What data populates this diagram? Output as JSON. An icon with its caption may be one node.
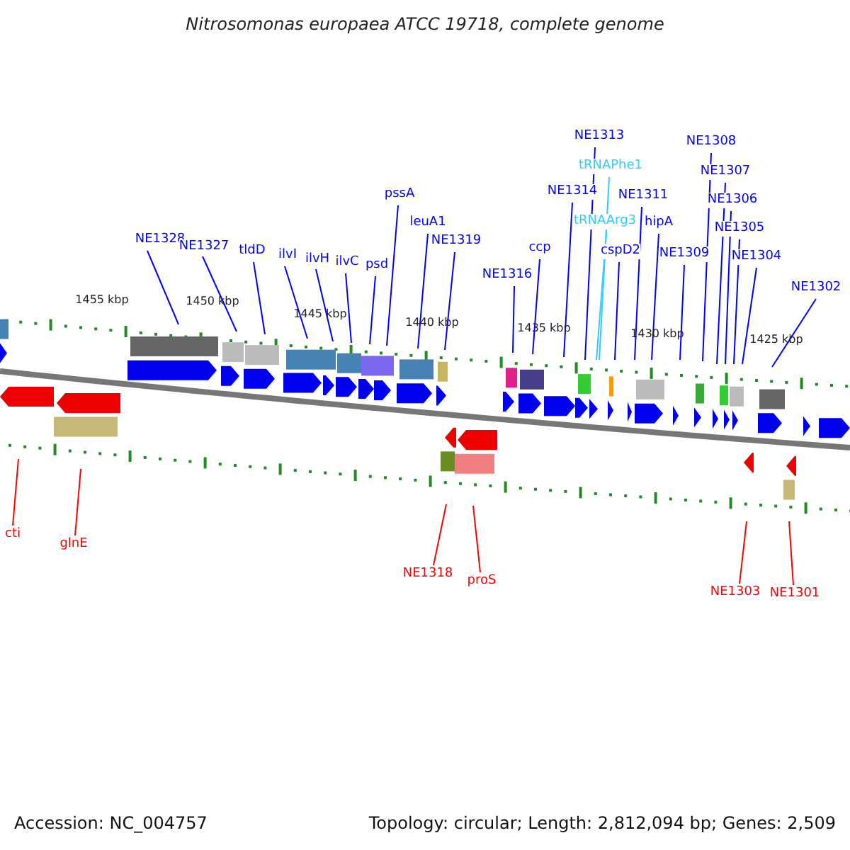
{
  "diagram": {
    "title": "Nitrosomonas europaea ATCC 19718, complete genome",
    "nodes": [
      {
        "text": [
          "NE1328"
        ]
      },
      {
        "text": [
          "NE1327"
        ]
      },
      {
        "text": [
          "tldD"
        ]
      },
      {
        "text": [
          "ilvI"
        ]
      },
      {
        "text": [
          "ilvH"
        ]
      },
      {
        "text": [
          "ilvC"
        ]
      },
      {
        "text": [
          "psd"
        ]
      },
      {
        "text": [
          "pssA"
        ]
      },
      {
        "text": [
          "leuA1"
        ]
      },
      {
        "text": [
          "NE1319"
        ]
      },
      {
        "text": [
          "NE1316"
        ]
      },
      {
        "text": [
          "ccp"
        ]
      },
      {
        "text": [
          "NE1314"
        ]
      },
      {
        "text": [
          "NE1313"
        ]
      },
      {
        "text": [
          "tRNAPhe1"
        ]
      },
      {
        "text": [
          "tRNAArg3"
        ]
      },
      {
        "text": [
          "cspD2"
        ]
      },
      {
        "text": [
          "NE1311"
        ]
      },
      {
        "text": [
          "hipA"
        ]
      },
      {
        "text": [
          "NE1309"
        ]
      },
      {
        "text": [
          "NE1308"
        ]
      },
      {
        "text": [
          "NE1307"
        ]
      },
      {
        "text": [
          "NE1306"
        ]
      },
      {
        "text": [
          "NE1305"
        ]
      },
      {
        "text": [
          "NE1304"
        ]
      },
      {
        "text": [
          "NE1302"
        ]
      },
      {
        "text": [
          "cti"
        ]
      },
      {
        "text": [
          "glnE"
        ]
      },
      {
        "text": [
          "NE1318"
        ]
      },
      {
        "text": [
          "proS"
        ]
      },
      {
        "text": [
          "NE1303"
        ]
      },
      {
        "text": [
          "NE1301"
        ]
      }
    ],
    "edges": [
      {
        "from": 0,
        "to": null,
        "arrow": "none"
      },
      {
        "from": 1,
        "to": null,
        "arrow": "none"
      },
      {
        "from": 2,
        "to": null,
        "arrow": "none"
      },
      {
        "from": 3,
        "to": null,
        "arrow": "none"
      },
      {
        "from": 4,
        "to": null,
        "arrow": "none"
      },
      {
        "from": 5,
        "to": null,
        "arrow": "none"
      },
      {
        "from": 6,
        "to": null,
        "arrow": "none"
      },
      {
        "from": 7,
        "to": null,
        "arrow": "none"
      },
      {
        "from": 8,
        "to": null,
        "arrow": "none"
      },
      {
        "from": 9,
        "to": null,
        "arrow": "none"
      },
      {
        "from": 10,
        "to": null,
        "arrow": "none"
      },
      {
        "from": 11,
        "to": null,
        "arrow": "none"
      },
      {
        "from": 12,
        "to": null,
        "arrow": "none"
      },
      {
        "from": 13,
        "to": null,
        "arrow": "none"
      },
      {
        "from": 14,
        "to": null,
        "arrow": "none",
        "color": "#33ccff"
      },
      {
        "from": 15,
        "to": null,
        "arrow": "none",
        "color": "#33ccff"
      },
      {
        "from": 16,
        "to": null,
        "arrow": "none"
      },
      {
        "from": 17,
        "to": null,
        "arrow": "none"
      },
      {
        "from": 18,
        "to": null,
        "arrow": "none"
      },
      {
        "from": 19,
        "to": null,
        "arrow": "none"
      },
      {
        "from": 20,
        "to": null,
        "arrow": "none"
      },
      {
        "from": 21,
        "to": null,
        "arrow": "none"
      },
      {
        "from": 22,
        "to": null,
        "arrow": "none"
      },
      {
        "from": 23,
        "to": null,
        "arrow": "none"
      },
      {
        "from": 24,
        "to": null,
        "arrow": "none"
      },
      {
        "from": 25,
        "to": null,
        "arrow": "none"
      },
      {
        "from": 26,
        "to": null,
        "arrow": "none",
        "color": "#ff0000"
      },
      {
        "from": 27,
        "to": null,
        "arrow": "none",
        "color": "#ff0000"
      },
      {
        "from": 28,
        "to": null,
        "arrow": "none",
        "color": "#ff0000"
      },
      {
        "from": 29,
        "to": null,
        "arrow": "none",
        "color": "#ff0000"
      },
      {
        "from": 30,
        "to": null,
        "arrow": "none",
        "color": "#ff0000"
      },
      {
        "from": 31,
        "to": null,
        "arrow": "none",
        "color": "#ff0000"
      }
    ],
    "labels": [
      "1455 kbp",
      "1450 kbp",
      "1445 kbp",
      "1440 kbp",
      "1435 kbp",
      "1430 kbp",
      "1425 kbp",
      "Accession: NC_004757",
      "Topology: circular; Length: 2,812,094 bp; Genes: 2,509"
    ]
  }
}
